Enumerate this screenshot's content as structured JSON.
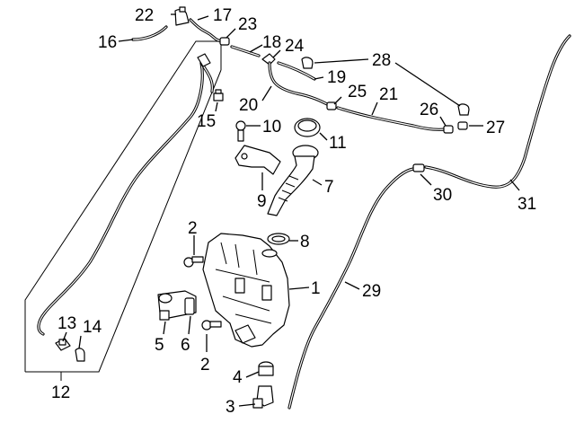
{
  "diagram": {
    "callouts": [
      "1",
      "2",
      "2",
      "3",
      "4",
      "5",
      "6",
      "7",
      "8",
      "9",
      "10",
      "11",
      "12",
      "13",
      "14",
      "15",
      "16",
      "17",
      "18",
      "19",
      "20",
      "21",
      "22",
      "23",
      "24",
      "25",
      "26",
      "27",
      "28",
      "29",
      "30",
      "31"
    ]
  }
}
